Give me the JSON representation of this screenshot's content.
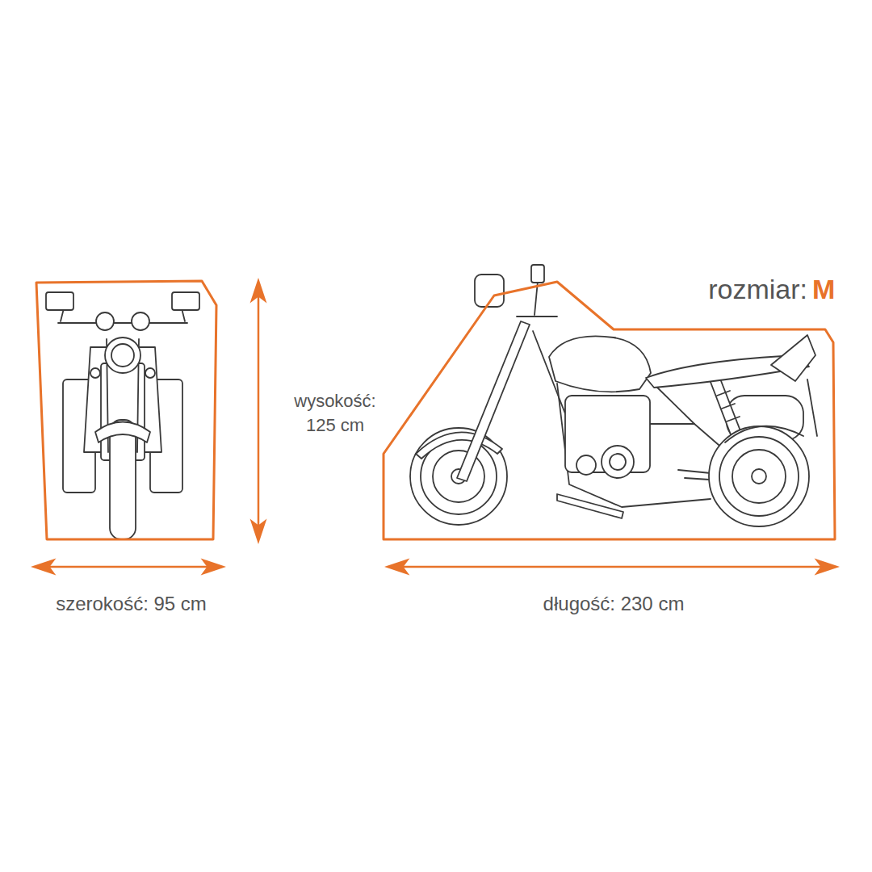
{
  "diagram": {
    "labels": [
      "rozmiar:",
      "M",
      "wysokość: 125 cm",
      "szerokość: 95 cm",
      "długość: 230 cm"
    ]
  }
}
